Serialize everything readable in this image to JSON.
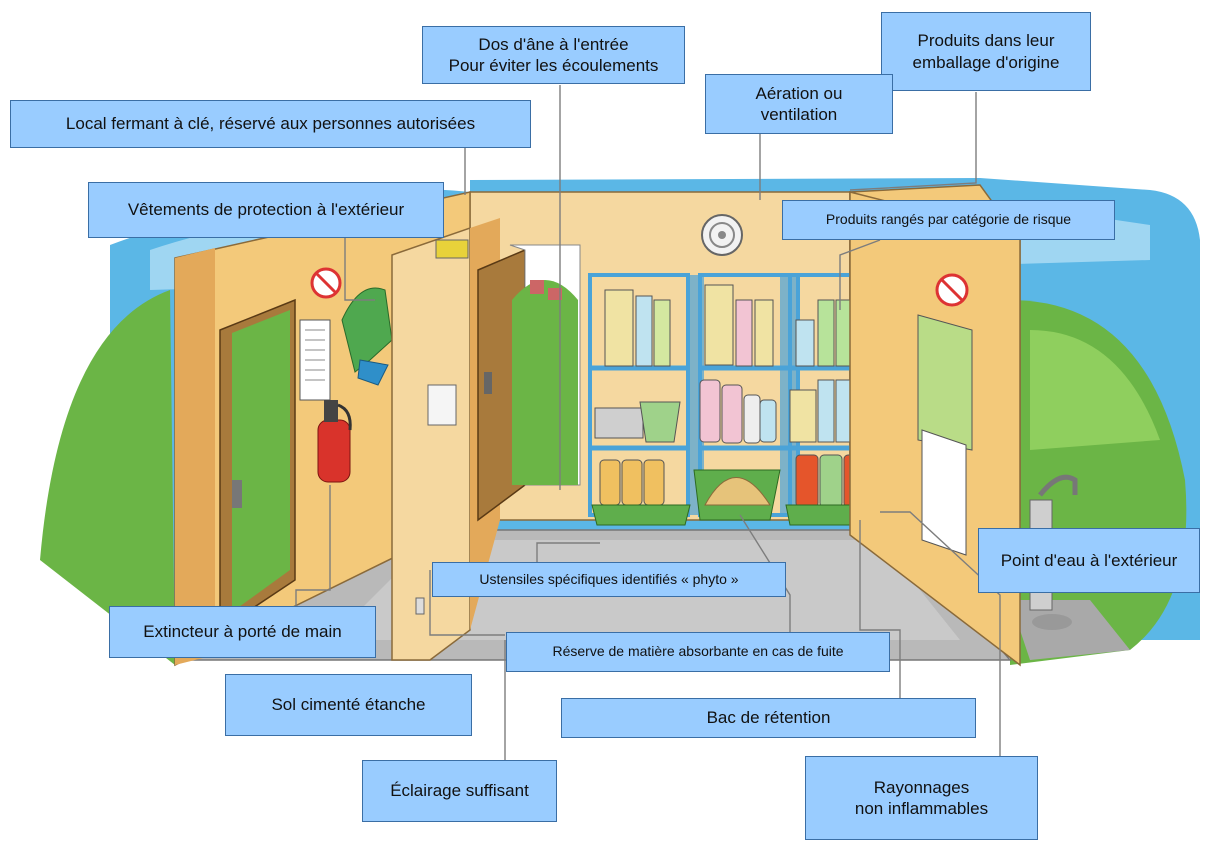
{
  "colors": {
    "callout_fill": "#99ccff",
    "callout_border": "#3a6ea5",
    "wall": "#f3c97a",
    "wall_shadow": "#e3a95a",
    "floor": "#b9b9b9",
    "grass": "#6bb546",
    "sky": "#5bb7e6",
    "shelf_frame": "#4aa3d8",
    "door": "#a87a3c"
  },
  "labels": {
    "entrance_ridge": "Dos d'âne à l'entrée\nPour éviter les écoulements",
    "original_packaging": "Produits dans leur\nemballage d'origine",
    "ventilation": "Aération ou\nventilation",
    "locked_room": "Local fermant à clé, réservé aux personnes autorisées",
    "protective_clothing": "Vêtements de protection à l'extérieur",
    "sorted_by_risk": "Produits rangés par catégorie de risque",
    "water_point": "Point d'eau à l'extérieur",
    "dedicated_tools": "Ustensiles spécifiques identifiés « phyto »",
    "extinguisher": "Extincteur à porté de main",
    "absorbent_reserve": "Réserve de matière absorbante en cas de fuite",
    "sealed_floor": "Sol cimenté étanche",
    "retention_tray": "Bac de rétention",
    "lighting": "Éclairage suffisant",
    "shelving": "Rayonnages\nnon inflammables"
  },
  "icons": [
    "no-smoking-sign-icon",
    "fire-extinguisher-icon",
    "light-fixture-icon",
    "vent-icon",
    "faucet-icon",
    "shelf-unit-icon",
    "product-container-icon",
    "safety-notice-icon",
    "protective-suit-icon"
  ]
}
